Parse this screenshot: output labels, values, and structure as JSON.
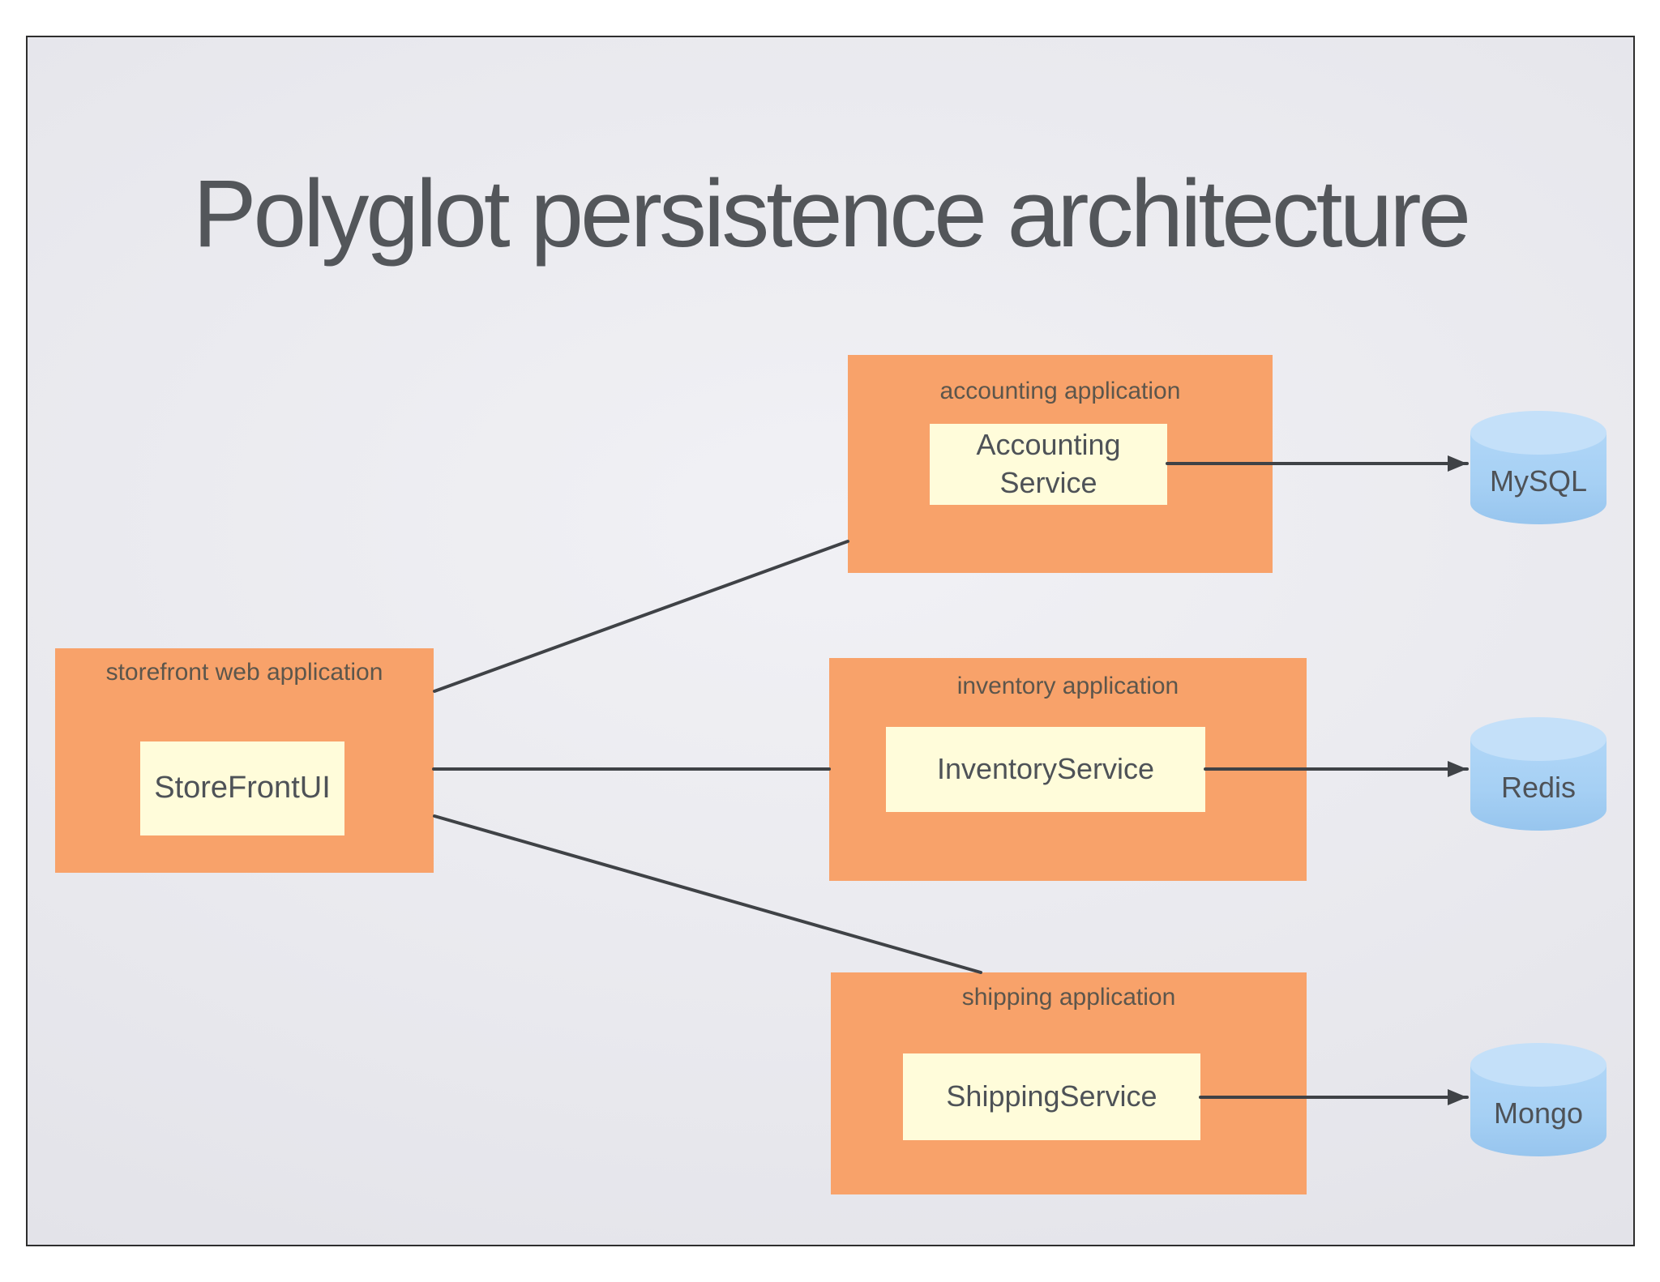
{
  "slide": {
    "title": "Polyglot persistence architecture"
  },
  "groups": [
    {
      "id": "storefront",
      "label": "storefront web application",
      "service": "StoreFrontUI"
    },
    {
      "id": "accounting",
      "label": "accounting application",
      "service": "Accounting Service"
    },
    {
      "id": "inventory",
      "label": "inventory application",
      "service": "InventoryService"
    },
    {
      "id": "shipping",
      "label": "shipping application",
      "service": "ShippingService"
    }
  ],
  "databases": [
    {
      "id": "mysql",
      "label": "MySQL"
    },
    {
      "id": "redis",
      "label": "Redis"
    },
    {
      "id": "mongo",
      "label": "Mongo"
    }
  ],
  "connections": [
    {
      "from": "StoreFrontUI",
      "to": "accounting application",
      "arrow": false
    },
    {
      "from": "StoreFrontUI",
      "to": "inventory application",
      "arrow": false
    },
    {
      "from": "StoreFrontUI",
      "to": "shipping application",
      "arrow": false
    },
    {
      "from": "Accounting Service",
      "to": "MySQL",
      "arrow": true
    },
    {
      "from": "InventoryService",
      "to": "Redis",
      "arrow": true
    },
    {
      "from": "ShippingService",
      "to": "Mongo",
      "arrow": true
    }
  ],
  "colors": {
    "app_box": "#f8a26a",
    "service_box": "#fffcda",
    "database_body": "#a6d0f4",
    "database_top": "#c4e0f9",
    "connector": "#3f4246",
    "title_text": "#53565a",
    "label_text": "#5c564c",
    "service_text": "#4e5257",
    "frame_border": "#2e2e2e"
  }
}
